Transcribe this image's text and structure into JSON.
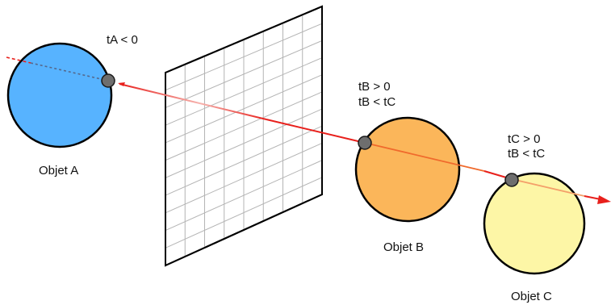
{
  "objects": [
    {
      "label": "Objet A",
      "fill": "#57b3ff"
    },
    {
      "label": "Objet B",
      "fill": "#fbb65a"
    },
    {
      "label": "Objet C",
      "fill": "#fdf6a6"
    }
  ],
  "conditions": {
    "a": [
      "tA < 0"
    ],
    "b": [
      "tB > 0",
      "tB < tC"
    ],
    "c": [
      "tC > 0",
      "tB < tC"
    ]
  },
  "colors": {
    "ray": "#e8201c",
    "outline": "#000000",
    "grid": "#b4b4b4",
    "hit_point": "#6e6e6e"
  }
}
